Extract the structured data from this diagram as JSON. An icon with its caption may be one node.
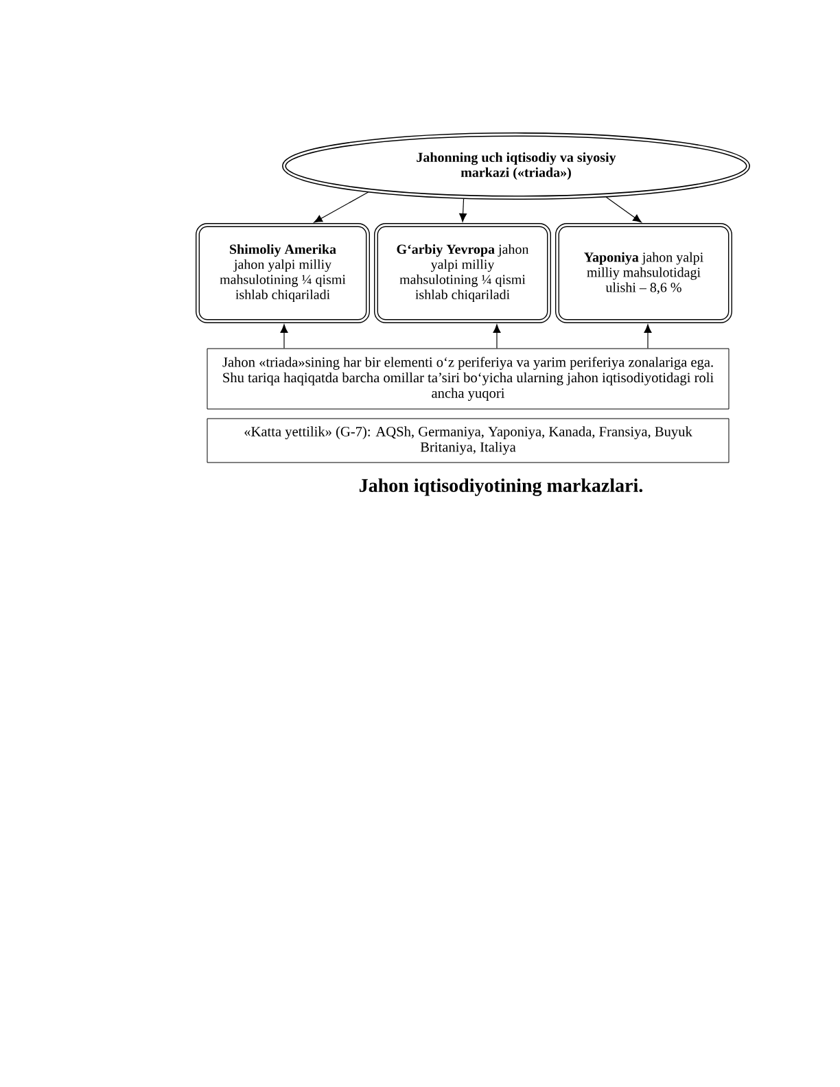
{
  "diagram": {
    "caption": "Jahon iqtisodiyotining markazlari.",
    "nodes": [
      {
        "text": [
          "Jahonning uch iqtisodiy va siyosiy markazi («triada»)"
        ]
      },
      {
        "text": [
          "**Shimoliy Amerika** jahon yalpi milliy mahsulotining ¼ qismi ishlab chiqariladi"
        ]
      },
      {
        "text": [
          "**G‘arbiy Yevropa** jahon yalpi milliy mahsulotining ¼ qismi ishlab chiqariladi"
        ]
      },
      {
        "text": [
          "**Yaponiya** jahon yalpi milliy mahsulotidagi ulishi – 8,6 %"
        ]
      },
      {
        "text": [
          "Jahon «triada»sining har bir elementi o‘z periferiya va yarim periferiya zonalariga ega. Shu tariqa haqiqatda barcha omillar ta’siri bo‘yicha ularning jahon iqtisodiyotidagi roli ancha yuqori"
        ]
      },
      {
        "text": [
          "«Katta yettilik» (G-7): AQSh, Germaniya, Yaponiya, Kanada, Fransiya, Buyuk Britaniya, Italiya"
        ]
      }
    ],
    "edges": [
      {
        "from": 0,
        "to": 1,
        "arrow": "to"
      },
      {
        "from": 0,
        "to": 2,
        "arrow": "to"
      },
      {
        "from": 0,
        "to": 3,
        "arrow": "to"
      },
      {
        "from": 4,
        "to": 1,
        "arrow": "to"
      },
      {
        "from": 4,
        "to": 2,
        "arrow": "to"
      },
      {
        "from": 4,
        "to": 3,
        "arrow": "to"
      }
    ]
  }
}
